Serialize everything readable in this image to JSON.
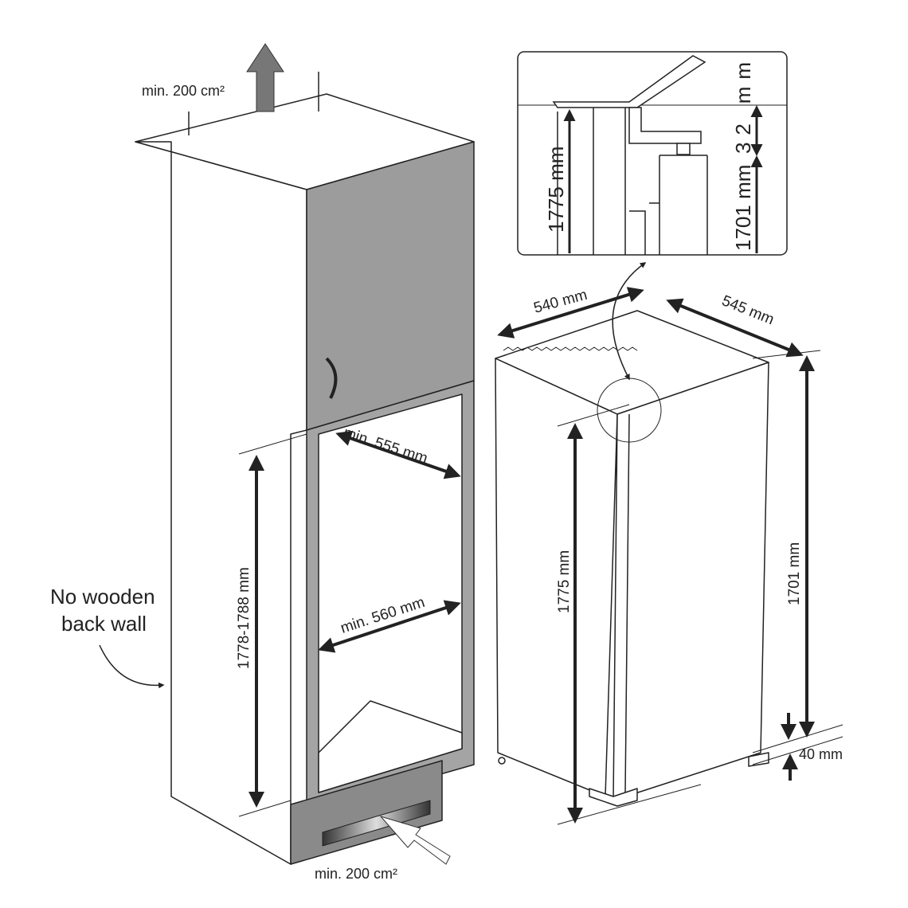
{
  "cabinet": {
    "vent_top": "min. 200 cm²",
    "vent_bottom": "min. 200 cm²",
    "back_wall_line1": "No wooden",
    "back_wall_line2": "back wall",
    "depth_top": "min. 555 mm",
    "width_mid": "min. 560 mm",
    "niche_height": "1778-1788 mm"
  },
  "appliance": {
    "width": "540 mm",
    "depth": "545 mm",
    "height_total": "1775 mm",
    "height_body": "1701 mm",
    "foot": "40 mm"
  },
  "inset": {
    "height_total": "1775 mm",
    "height_body": "1701 mm",
    "gap": "32 mm"
  },
  "colors": {
    "panel": "#a4a4a4",
    "door": "#9c9c9c",
    "line": "#222222"
  }
}
